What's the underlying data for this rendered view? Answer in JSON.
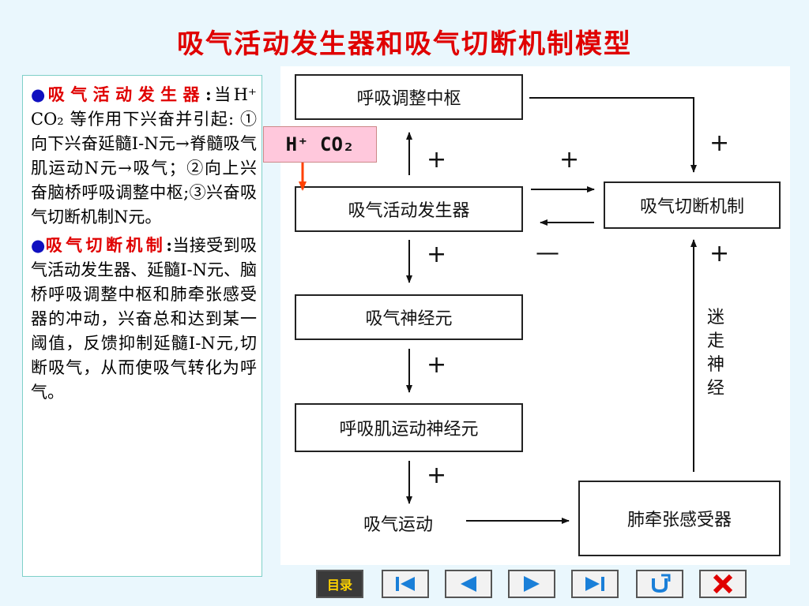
{
  "title": "吸气活动发生器和吸气切断机制模型",
  "left_panel": {
    "bullet": "●",
    "section1": {
      "heading": "吸气活动发生器",
      "colon": ":",
      "text": "当H⁺ CO₂ 等作用下兴奋并引起: ①向下兴奋延髓I-N元→脊髓吸气肌运动N元→吸气；②向上兴奋脑桥呼吸调整中枢;③兴奋吸气切断机制N元。"
    },
    "section2": {
      "heading": "吸气切断机制",
      "colon": ":",
      "text": "当接受到吸气活动发生器、延髓I-N元、脑桥呼吸调整中枢和肺牵张感受器的冲动，兴奋总和达到某一阈值，反馈抑制延髓I-N元,切断吸气，从而使吸气转化为呼气。"
    }
  },
  "diagram": {
    "stimulus": "H⁺  CO₂",
    "boxes": {
      "pneumotaxic": "呼吸调整中枢",
      "generator": "吸气活动发生器",
      "offswitch": "吸气切断机制",
      "neuron": "吸气神经元",
      "motor": "呼吸肌运动神经元",
      "stretch": "肺牵张感受器"
    },
    "movement": "吸气运动",
    "vagus": "迷走神经",
    "plus": "+",
    "minus": "—"
  },
  "nav": {
    "menu_label": "目录",
    "buttons": [
      "first",
      "prev",
      "next",
      "last",
      "return",
      "close"
    ]
  },
  "colors": {
    "title": "#e00000",
    "heading": "#e00000",
    "bullet": "#1010c0",
    "stimulus_bg": "#ffc8dc",
    "stimulus_arrow": "#ff4000",
    "nav_icon": "#1a7fd8"
  }
}
